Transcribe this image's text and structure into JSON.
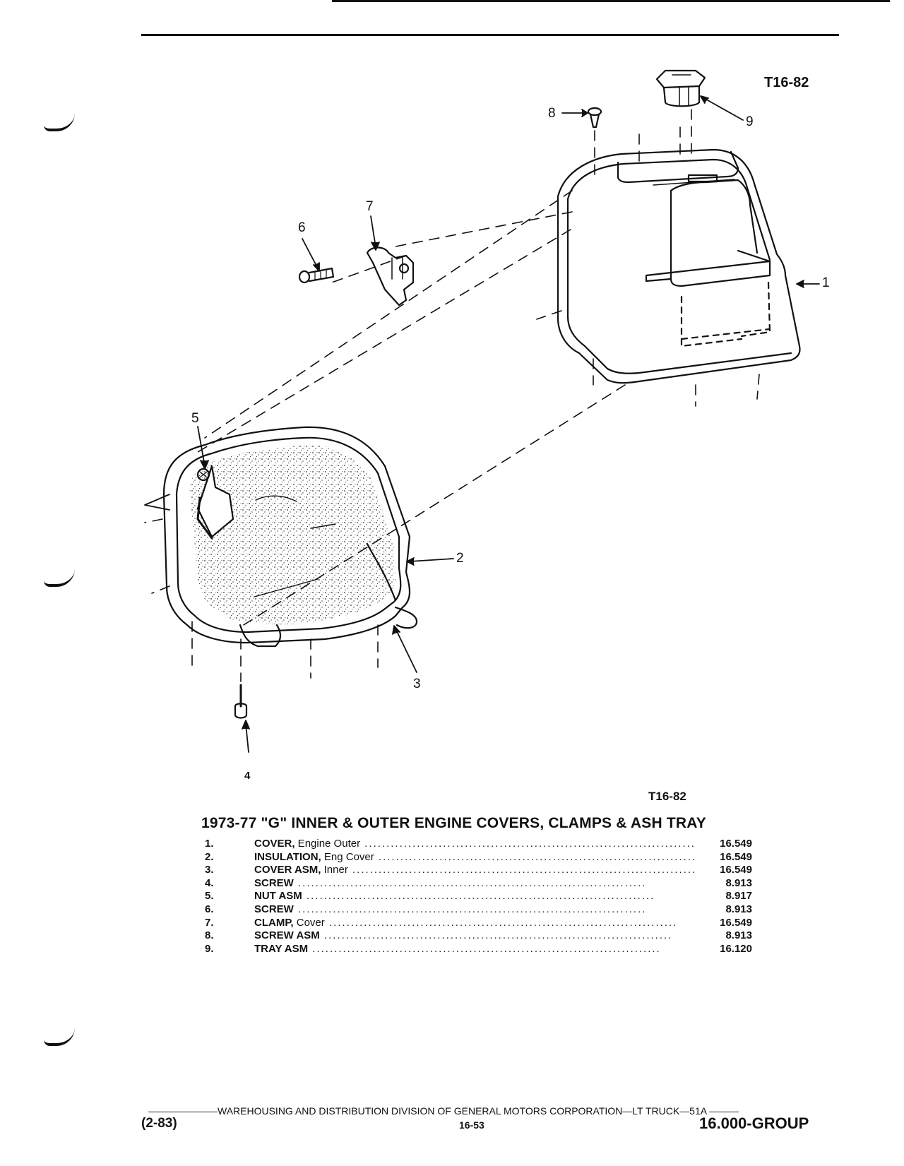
{
  "figure": {
    "code_top": "T16-82",
    "code_bottom": "T16-82",
    "callouts": [
      "1",
      "2",
      "3",
      "4",
      "5",
      "6",
      "7",
      "8",
      "9"
    ]
  },
  "caption": "1973-77 \"G\" INNER & OUTER ENGINE COVERS, CLAMPS & ASH TRAY",
  "parts": [
    {
      "num": "1.",
      "name": "COVER,",
      "detail": " Engine Outer",
      "group": "16.549"
    },
    {
      "num": "2.",
      "name": "INSULATION,",
      "detail": " Eng Cover",
      "group": "16.549"
    },
    {
      "num": "3.",
      "name": "COVER ASM,",
      "detail": " Inner",
      "group": "16.549"
    },
    {
      "num": "4.",
      "name": "SCREW",
      "detail": "",
      "group": "8.913"
    },
    {
      "num": "5.",
      "name": "NUT ASM",
      "detail": "",
      "group": "8.917"
    },
    {
      "num": "6.",
      "name": "SCREW",
      "detail": "",
      "group": "8.913"
    },
    {
      "num": "7.",
      "name": "CLAMP,",
      "detail": " Cover",
      "group": "16.549"
    },
    {
      "num": "8.",
      "name": "SCREW ASM",
      "detail": "",
      "group": "8.913"
    },
    {
      "num": "9.",
      "name": "TRAY ASM",
      "detail": "",
      "group": "16.120"
    }
  ],
  "footer": {
    "line": "WAREHOUSING AND DISTRIBUTION  DIVISION OF GENERAL MOTORS CORPORATION—LT TRUCK—51A",
    "date": "(2-83)",
    "page": "16-53",
    "group": "16.000-GROUP"
  }
}
